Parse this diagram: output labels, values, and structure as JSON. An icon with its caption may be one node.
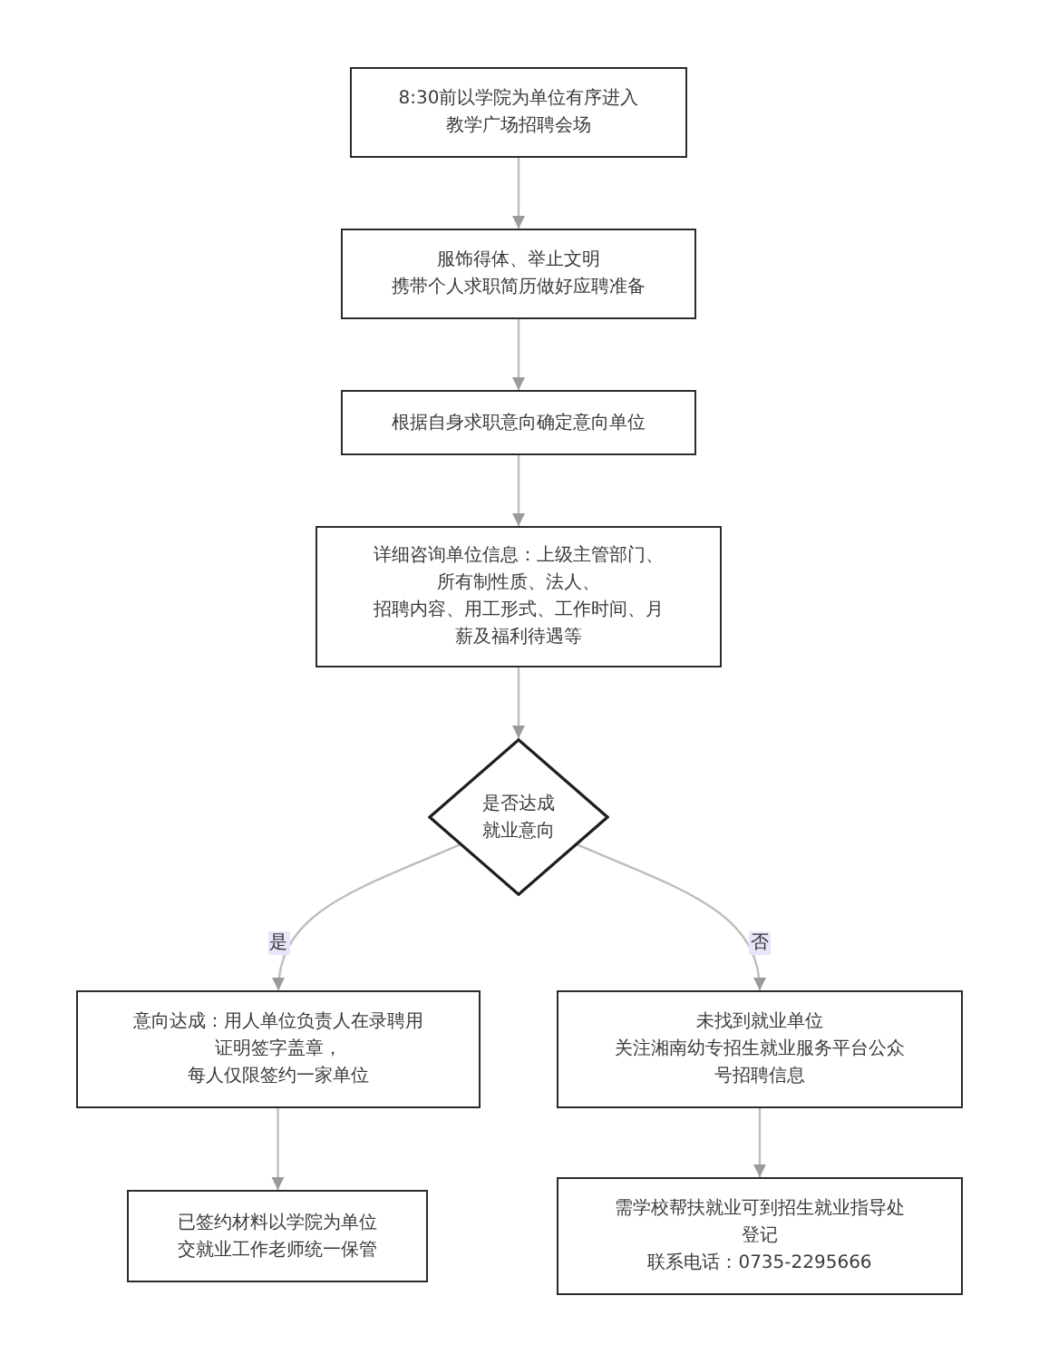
{
  "diagram": {
    "nodes": [
      {
        "text": [
          "8:30前以学院为单位有序进入",
          "教学广场招聘会场"
        ]
      },
      {
        "text": [
          "服饰得体、举止文明",
          "携带个人求职简历做好应聘准备"
        ]
      },
      {
        "text": [
          "根据自身求职意向确定意向单位"
        ]
      },
      {
        "text": [
          "详细咨询单位信息：上级主管部门、",
          "所有制性质、法人、",
          "招聘内容、用工形式、工作时间、月薪及福利待遇等"
        ]
      },
      {
        "text": [
          "是否达成就业意向"
        ]
      },
      {
        "text": [
          "意向达成：用人单位负责人在录聘用证明签字盖章，",
          "每人仅限签约一家单位"
        ]
      },
      {
        "text": [
          "未找到就业单位",
          "关注湘南幼专招生就业服务平台公众号招聘信息"
        ]
      },
      {
        "text": [
          "已签约材料以学院为单位",
          "交就业工作老师统一保管"
        ]
      },
      {
        "text": [
          "需学校帮扶就业可到招生就业指导处登记",
          "联系电话：0735-2295666"
        ]
      }
    ],
    "edges": [
      {
        "from": 0,
        "to": 1,
        "arrow": "to"
      },
      {
        "from": 1,
        "to": 2,
        "arrow": "to"
      },
      {
        "from": 2,
        "to": 3,
        "arrow": "to"
      },
      {
        "from": 3,
        "to": 4,
        "arrow": "to"
      },
      {
        "from": 4,
        "to": 5,
        "arrow": "to",
        "label": "是"
      },
      {
        "from": 4,
        "to": 6,
        "arrow": "to",
        "label": "否"
      },
      {
        "from": 5,
        "to": 7,
        "arrow": "to"
      },
      {
        "from": 6,
        "to": 8,
        "arrow": "to"
      }
    ]
  }
}
